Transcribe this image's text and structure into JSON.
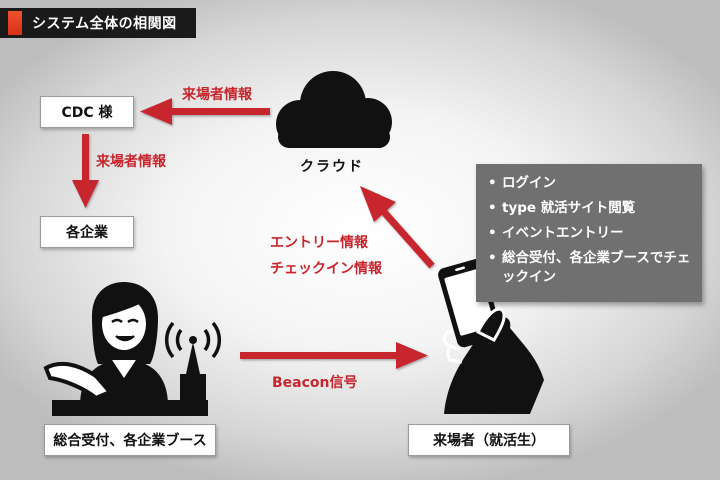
{
  "title": "システム全体の相関図",
  "nodes": {
    "cdc": "CDC 様",
    "companies": "各企業",
    "booth": "総合受付、各企業ブース",
    "visitor": "来場者（就活生）",
    "cloud": "クラウド"
  },
  "flows": {
    "cloud_to_cdc": "来場者情報",
    "cdc_to_companies": "来場者情報",
    "visitor_to_cloud_line1": "エントリー情報",
    "visitor_to_cloud_line2": "チェックイン情報",
    "booth_to_visitor": "Beacon信号"
  },
  "features": [
    "ログイン",
    "type 就活サイト閲覧",
    "イベントエントリー",
    "総合受付、各企業ブースでチェックイン"
  ],
  "colors": {
    "arrow": "#c8262e",
    "title_accent": "#e8442a",
    "info_box": "#707070"
  },
  "icons": {
    "cloud": "cloud-icon",
    "receptionist": "receptionist-icon",
    "beacon": "beacon-icon",
    "smartphone": "smartphone-hand-icon"
  }
}
